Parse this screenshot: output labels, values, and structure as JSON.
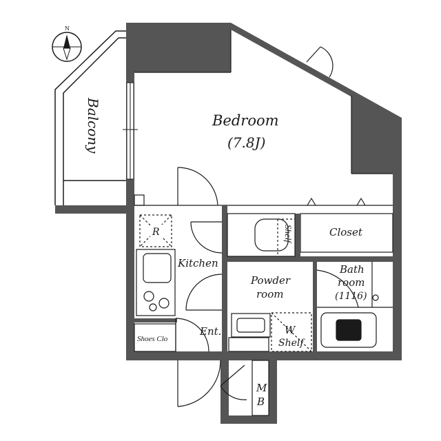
{
  "compass": {
    "north_label": "N"
  },
  "rooms": {
    "bedroom": {
      "label": "Bedroom",
      "size": "(7.8J)"
    },
    "balcony": {
      "label": "Balcony"
    },
    "kitchen": {
      "label": "Kitchen"
    },
    "powder_room": {
      "line1": "Powder",
      "line2": "room"
    },
    "bathroom": {
      "line1": "Bath",
      "line2": "room",
      "size": "(1116)"
    },
    "closet": {
      "label": "Closet"
    },
    "entrance": {
      "label": "Ent."
    },
    "shoes_closet": {
      "label": "Shoes Clo"
    },
    "w_shelf": {
      "line1": "W",
      "line2": "Shelf"
    },
    "shelf": {
      "label": "Shelf"
    },
    "refrigerator": {
      "label": "R"
    },
    "meter_box": {
      "line1": "M",
      "line2": "B"
    }
  },
  "colors": {
    "wall": "#555555",
    "line": "#1a1a1a",
    "background": "#ffffff"
  }
}
